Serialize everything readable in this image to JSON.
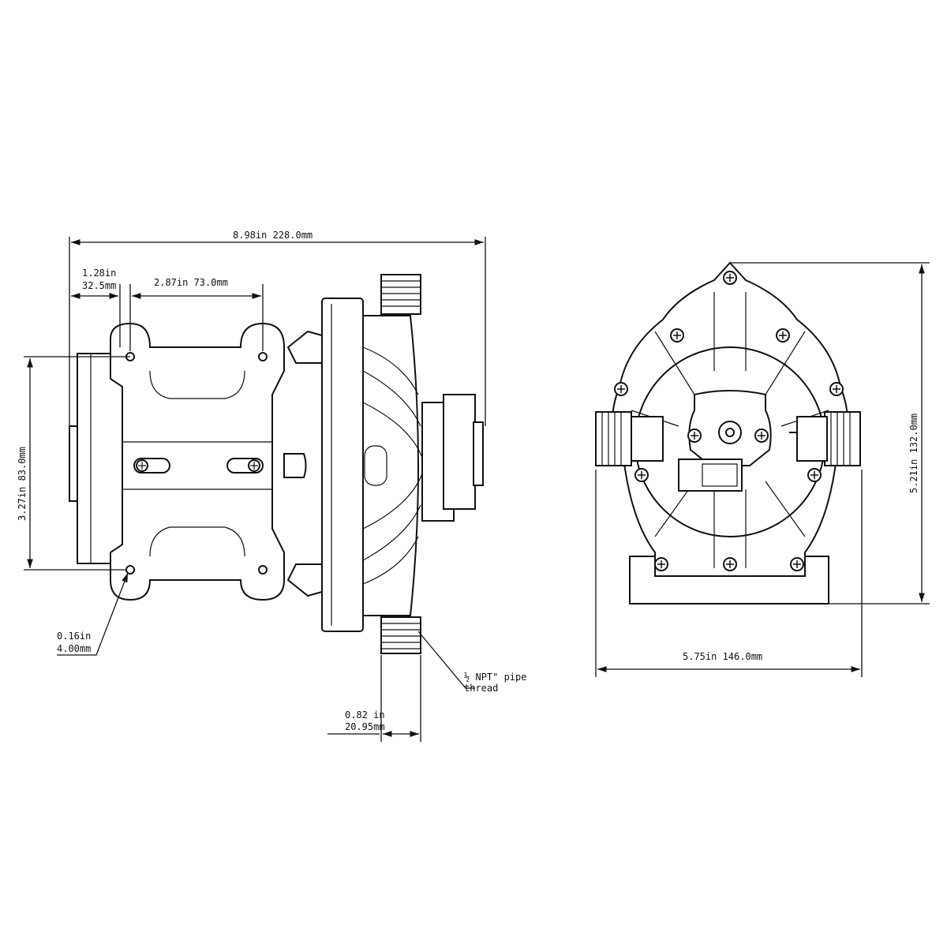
{
  "side_view": {
    "overall_length": "8.98in 228.0mm",
    "motor_offset_in": "1.28in",
    "motor_offset_mm": "32.5mm",
    "hole_spacing": "2.87in 73.0mm",
    "hole_height": "3.27in 83.0mm",
    "hole_dia_in": "0.16in",
    "hole_dia_mm": "4.00mm",
    "port_width_in": "0.82 in",
    "port_width_mm": "20.95mm",
    "thread_line1": "½ NPT\" pipe",
    "thread_line2": "thread"
  },
  "front_view": {
    "overall_width": "5.75in 146.0mm",
    "overall_height": "5.21in 132.0mm"
  }
}
